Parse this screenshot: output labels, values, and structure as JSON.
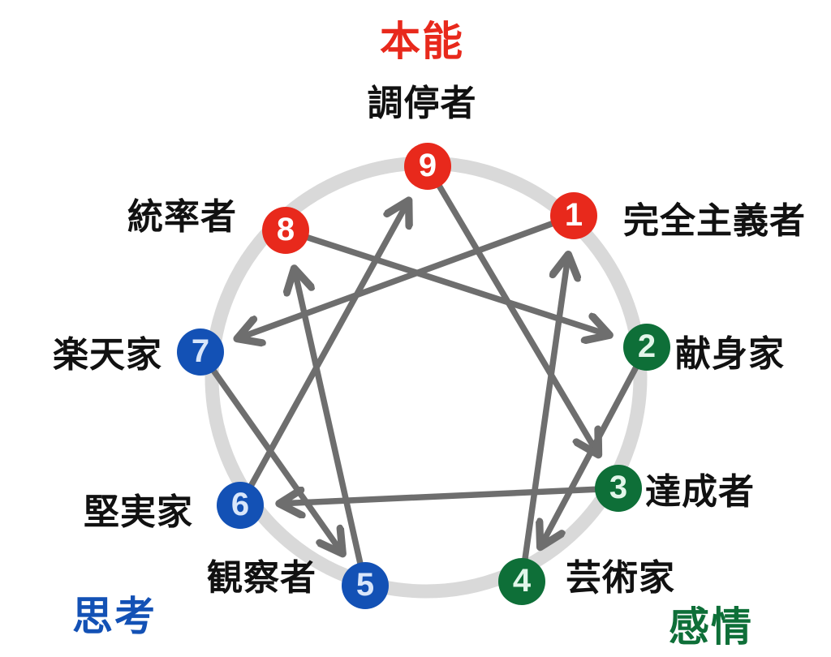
{
  "centers": {
    "instinct": {
      "label": "本能"
    },
    "thinking": {
      "label": "思考"
    },
    "feeling": {
      "label": "感情"
    }
  },
  "types": [
    {
      "num": "9",
      "name": "調停者",
      "group": "instinct"
    },
    {
      "num": "1",
      "name": "完全主義者",
      "group": "instinct"
    },
    {
      "num": "2",
      "name": "献身家",
      "group": "feeling"
    },
    {
      "num": "3",
      "name": "達成者",
      "group": "feeling"
    },
    {
      "num": "4",
      "name": "芸術家",
      "group": "feeling"
    },
    {
      "num": "5",
      "name": "観察者",
      "group": "thinking"
    },
    {
      "num": "6",
      "name": "堅実家",
      "group": "thinking"
    },
    {
      "num": "7",
      "name": "楽天家",
      "group": "thinking"
    },
    {
      "num": "8",
      "name": "統率者",
      "group": "instinct"
    }
  ],
  "connections": [
    [
      "1",
      "7"
    ],
    [
      "7",
      "5"
    ],
    [
      "5",
      "8"
    ],
    [
      "8",
      "2"
    ],
    [
      "2",
      "4"
    ],
    [
      "4",
      "1"
    ],
    [
      "9",
      "3"
    ],
    [
      "3",
      "6"
    ],
    [
      "6",
      "9"
    ]
  ],
  "colors": {
    "instinct": "#e8291c",
    "feeling": "#0e6f38",
    "thinking": "#1351b5",
    "ring": "#d9d9d9",
    "arrow": "#6e6e6e",
    "label": "#111111"
  }
}
